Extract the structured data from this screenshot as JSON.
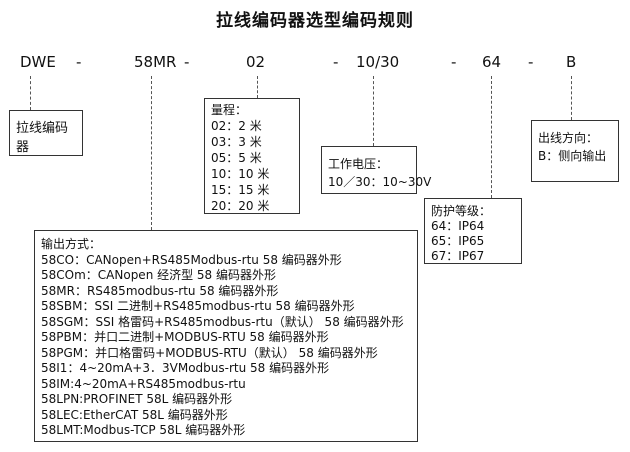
{
  "title": "拉线编码器选型编码规则",
  "code_segments": [
    {
      "text": "DWE"
    },
    {
      "text": "-"
    },
    {
      "text": "58MR"
    },
    {
      "text": "-"
    },
    {
      "text": "02"
    },
    {
      "text": "-"
    },
    {
      "text": "10/30"
    },
    {
      "text": "-"
    },
    {
      "text": "64"
    },
    {
      "text": "-"
    },
    {
      "text": "B"
    }
  ],
  "boxes": {
    "type": {
      "lines": [
        "拉线编码",
        "器"
      ]
    },
    "range": {
      "lines": [
        "量程：",
        "02：2 米",
        "03：3 米",
        "05：5 米",
        "10：10 米",
        "15：15 米",
        "20：20 米"
      ]
    },
    "voltage": {
      "lines": [
        "工作电压：",
        "10／30：10~30V"
      ]
    },
    "protection": {
      "lines": [
        "防护等级：",
        "64：IP64",
        "65：IP65",
        "67：IP67"
      ]
    },
    "direction": {
      "lines": [
        "出线方向：",
        "B：侧向输出"
      ]
    },
    "output": {
      "lines": [
        "输出方式：",
        "58CO：CANopen+RS485Modbus-rtu   58 编码器外形",
        "58COm：CANopen 经济型   58 编码器外形",
        "58MR：RS485modbus-rtu   58 编码器外形",
        "58SBM：SSI 二进制+RS485modbus-rtu   58 编码器外形",
        "58SGM：SSI 格雷码+RS485modbus-rtu（默认）  58 编码器外形",
        "58PBM：并口二进制+MODBUS-RTU   58 编码器外形",
        "58PGM：并口格雷码+MODBUS-RTU（默认）   58 编码器外形",
        "58I1：4~20mA+3．3VModbus-rtu   58 编码器外形",
        "58IM:4~20mA+RS485modbus-rtu",
        "58LPN:PROFINET   58L 编码器外形",
        "58LEC:EtherCAT   58L 编码器外形",
        "58LMT:Modbus-TCP   58L 编码器外形"
      ]
    }
  }
}
